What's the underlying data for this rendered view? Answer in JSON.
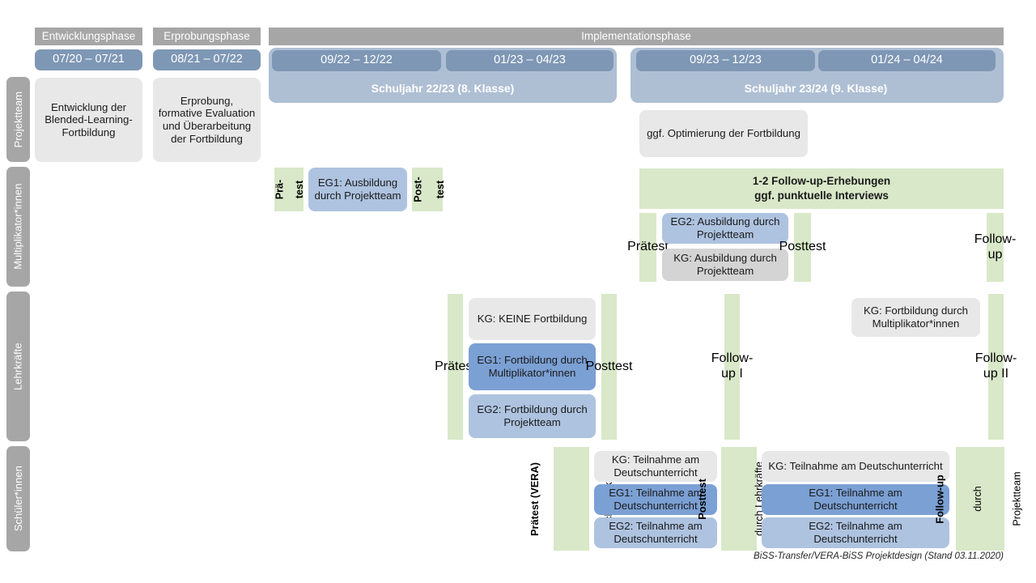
{
  "diagram": {
    "title": "BiSS-Transfer/VERA-BiSS Projektdesign",
    "footer": "BiSS-Transfer/VERA-BiSS Projektdesign (Stand 03.11.2020)"
  },
  "colors": {
    "phase_header": "#a6a6a6",
    "date_pill": "#7e97b5",
    "year_band": "#aebfd4",
    "row_label": "#a6a6a6",
    "green_band": "#d8e8c8",
    "box_grey": "#e8e8e8",
    "box_grey_dark": "#d4d4d4",
    "box_blue_light": "#aec3e0",
    "box_blue_dark": "#7ba0d4"
  },
  "phases": [
    {
      "id": "entwicklung",
      "label": "Entwicklungsphase"
    },
    {
      "id": "erprobung",
      "label": "Erprobungsphase"
    },
    {
      "id": "implementation",
      "label": "Implementationsphase"
    }
  ],
  "periods": [
    {
      "id": "p1",
      "label": "07/20 – 07/21"
    },
    {
      "id": "p2",
      "label": "08/21 – 07/22"
    },
    {
      "id": "p3",
      "label": "09/22 – 12/22"
    },
    {
      "id": "p4",
      "label": "01/23 – 04/23"
    },
    {
      "id": "p5",
      "label": "09/23 – 12/23"
    },
    {
      "id": "p6",
      "label": "01/24 – 04/24"
    }
  ],
  "school_years": [
    {
      "id": "sy1",
      "label": "Schuljahr 22/23 (8. Klasse)"
    },
    {
      "id": "sy2",
      "label": "Schuljahr 23/24 (9. Klasse)"
    }
  ],
  "rows": [
    {
      "id": "projektteam",
      "label": "Projektteam"
    },
    {
      "id": "multiplikatoren",
      "label": "Multiplikator*innen"
    },
    {
      "id": "lehrkraefte",
      "label": "Lehrkräfte"
    },
    {
      "id": "schueler",
      "label": "Schüler*innen"
    }
  ],
  "projektteam": {
    "entwicklung": "Entwicklung der Blended-Learning-Fortbildung",
    "erprobung": "Erprobung, formative Evaluation und Überarbeitung der Fortbildung",
    "optimierung": "ggf. Optimierung der Fortbildung"
  },
  "multiplikatoren": {
    "praetest_line1": "Prä-",
    "praetest_line2": "test",
    "eg1": "EG1: Ausbildung durch Projektteam",
    "posttest_line1": "Post-",
    "posttest_line2": "test",
    "banner_line1": "1-2 Follow-up-Erhebungen",
    "banner_line2": "ggf. punktuelle Interviews",
    "praetest2": "Prätest",
    "eg2": "EG2: Ausbildung durch Projektteam",
    "kg": "KG: Ausbildung durch Projektteam",
    "posttest2": "Posttest",
    "followup": "Follow-up"
  },
  "lehrkraefte": {
    "praetest": "Prätest",
    "kg": "KG:  KEINE Fortbildung",
    "eg1": "EG1: Fortbildung durch Multiplikator*innen",
    "eg2": "EG2: Fortbildung durch Projektteam",
    "posttest": "Posttest",
    "followup1": "Follow-up I",
    "kg_fortbildung": "KG: Fortbildung durch Multiplikator*innen",
    "followup2": "Follow-up II"
  },
  "schueler": {
    "praetest_main": "Prätest (VERA)",
    "praetest_sub": "durch Lehrkräfte",
    "kg_1": "KG: Teilnahme am Deutschunterricht",
    "eg1_1": "EG1: Teilnahme am Deutschunterricht",
    "eg2_1": "EG2: Teilnahme am Deutschunterricht",
    "posttest_main": "Posttest",
    "posttest_sub": "durch Lehrkräfte",
    "kg_2": "KG: Teilnahme am Deutschunterricht",
    "eg1_2": "EG1: Teilnahme am Deutschunterricht",
    "eg2_2": "EG2: Teilnahme am Deutschunterricht",
    "followup_main": "Follow-up",
    "followup_sub1": "durch",
    "followup_sub2": "Projektteam"
  }
}
